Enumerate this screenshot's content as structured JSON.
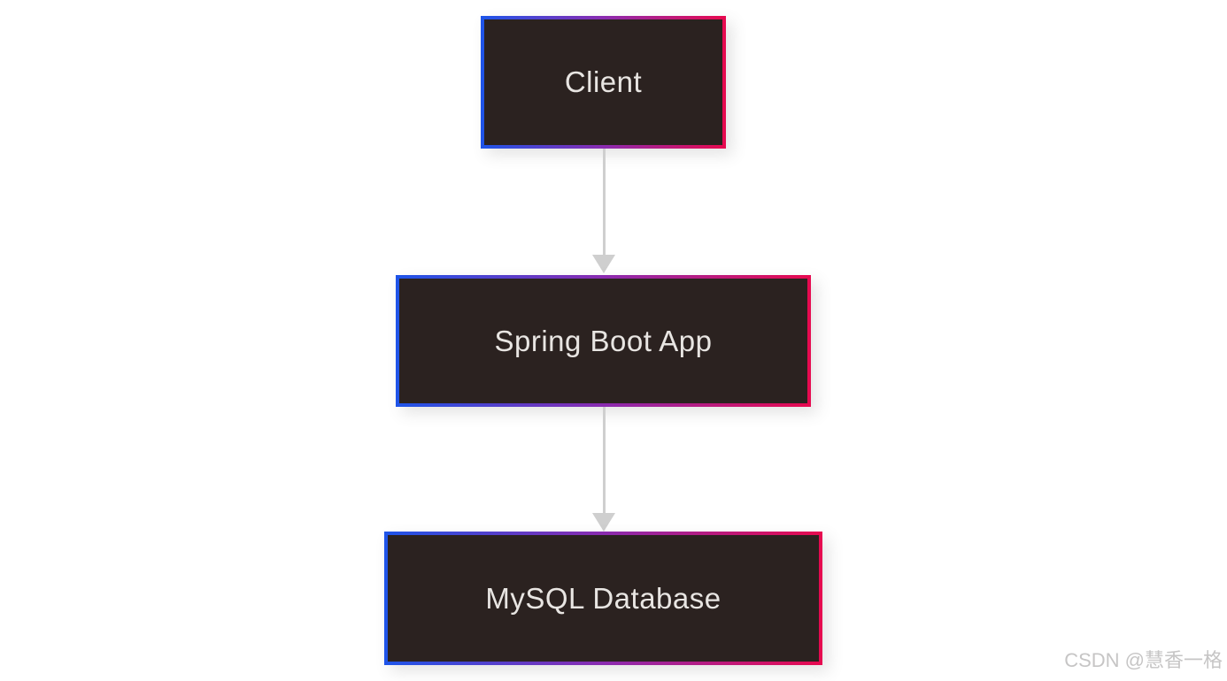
{
  "page": {
    "background": "#ffffff"
  },
  "diagram": {
    "type": "flowchart",
    "direction": "top-down",
    "nodes": [
      {
        "id": "client",
        "label": "Client"
      },
      {
        "id": "spring-boot-app",
        "label": "Spring Boot App"
      },
      {
        "id": "mysql-database",
        "label": "MySQL Database"
      }
    ],
    "edges": [
      {
        "from": "client",
        "to": "spring-boot-app",
        "style": "arrow-down"
      },
      {
        "from": "spring-boot-app",
        "to": "mysql-database",
        "style": "arrow-down"
      }
    ],
    "colors": {
      "node_background": "#2b2220",
      "node_text": "#e8e5e2",
      "border_gradient_start": "#1f54e8",
      "border_gradient_mid": "#8a2bb0",
      "border_gradient_end": "#e60a50",
      "arrow": "#cfcfcf",
      "page_background": "#ffffff",
      "watermark_color": "#c6c5c5"
    }
  },
  "watermark": {
    "text": "CSDN @慧香一格"
  }
}
